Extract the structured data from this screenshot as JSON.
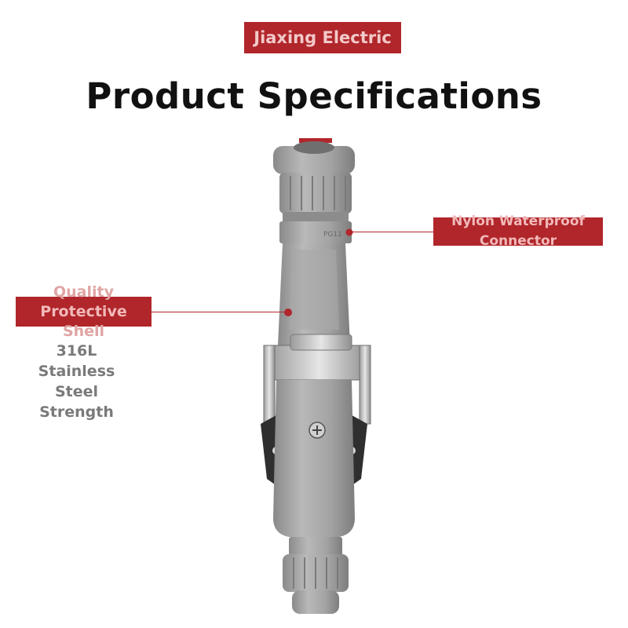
{
  "brand": {
    "label": "Jiaxing Electric"
  },
  "title": "Product Specifications",
  "callouts": {
    "connector": {
      "lines": [
        "Nylon Waterproof",
        "Connector"
      ]
    },
    "shell": {
      "lines": [
        "Quality",
        "Protective",
        "Shell"
      ]
    }
  },
  "specs": {
    "lines": [
      "316L",
      "Stainless",
      "Steel",
      "Strength"
    ]
  },
  "product": {
    "gland_text": "PG11"
  },
  "colors": {
    "accent": "#b0262b",
    "body_gray": "#9e9e9e",
    "title": "#111111"
  }
}
